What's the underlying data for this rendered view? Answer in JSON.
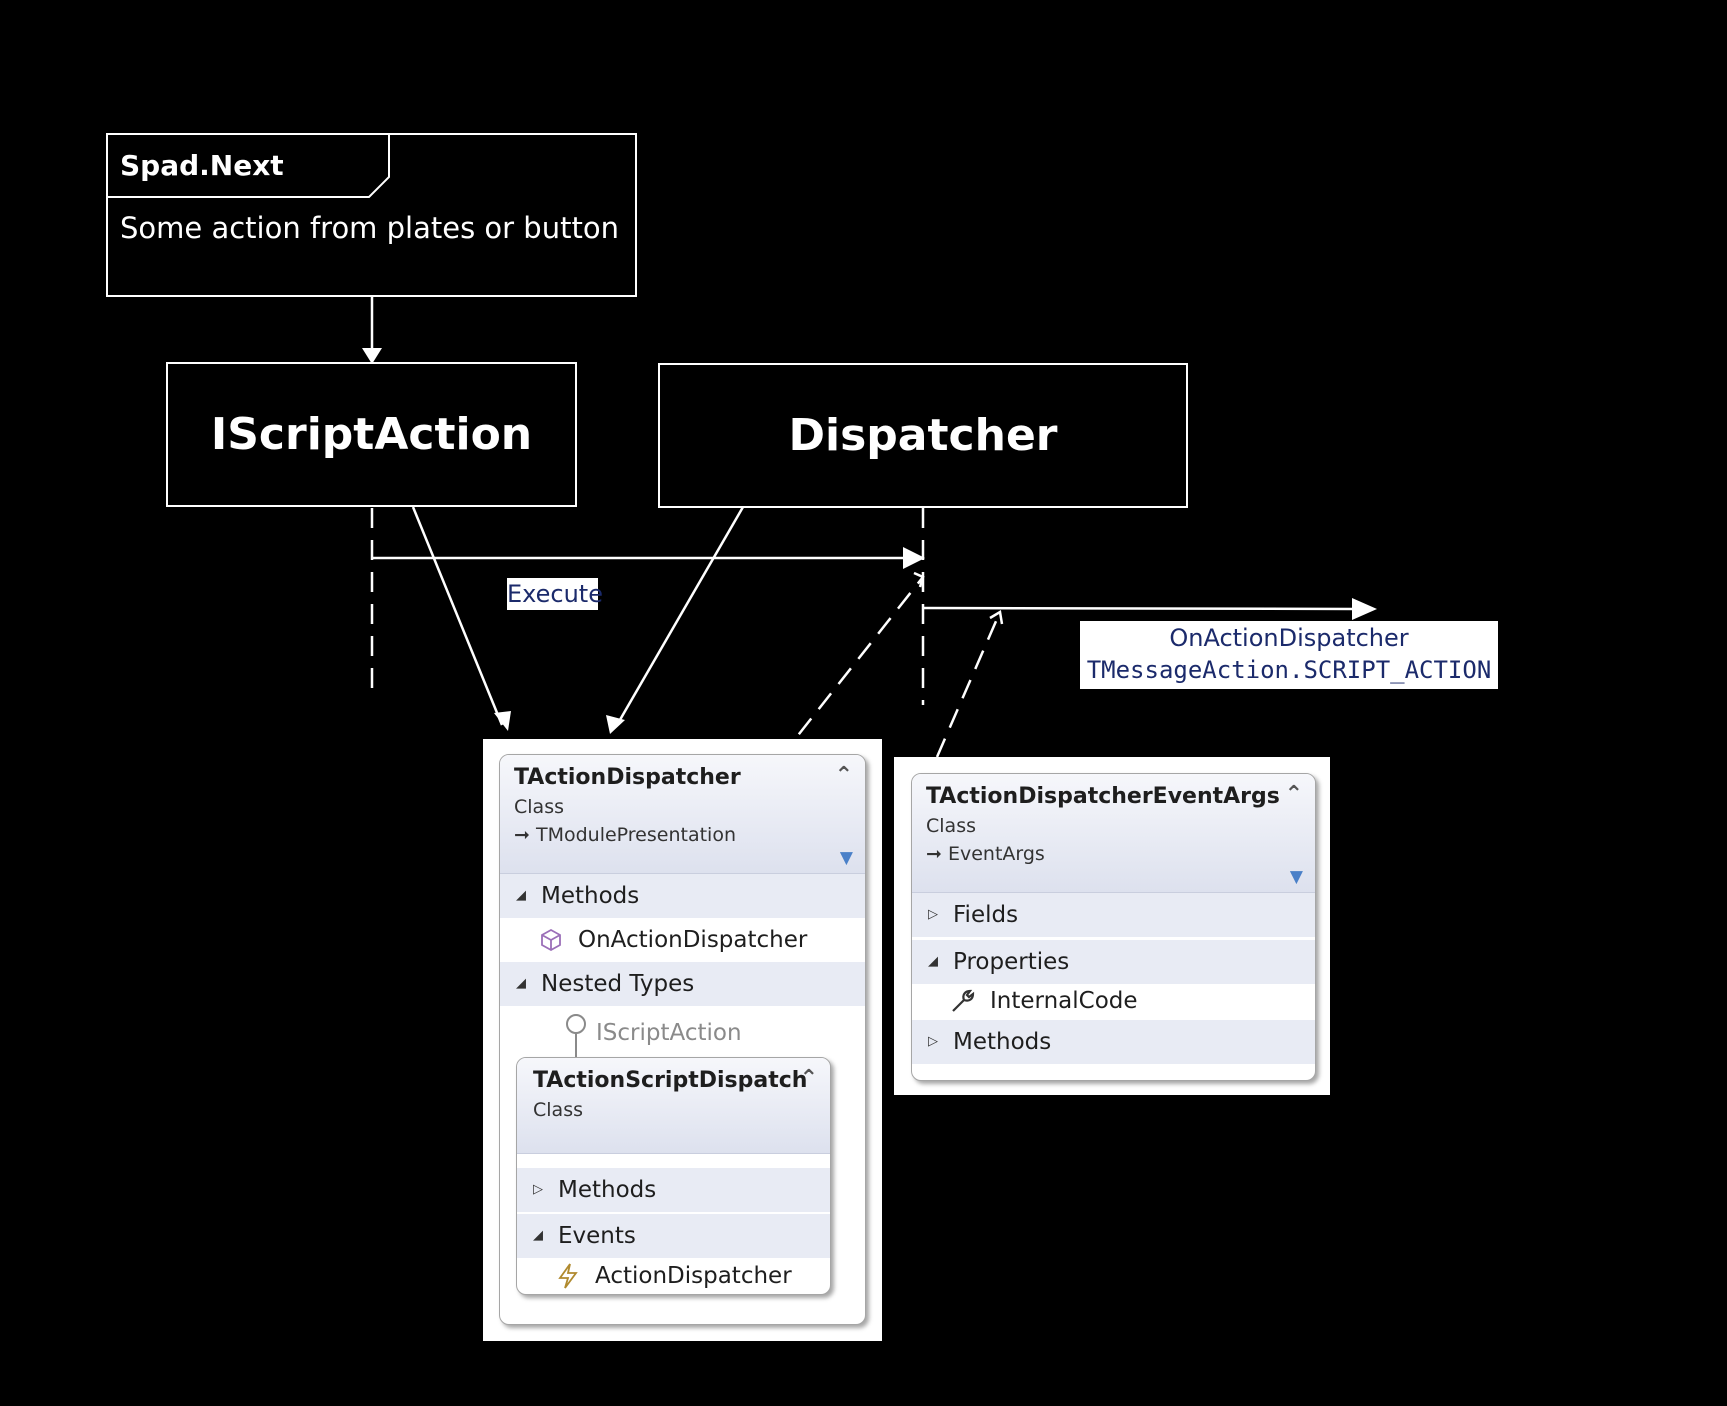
{
  "frame": {
    "title": "Spad.Next",
    "description": "Some action from plates or button"
  },
  "lifelines": {
    "iscriptaction": "IScriptAction",
    "dispatcher": "Dispatcher"
  },
  "messages": {
    "execute": "Execute",
    "onactiondispatcher": "OnActionDispatcher",
    "script_action": "TMessageAction.SCRIPT_ACTION"
  },
  "tactiondispatcher": {
    "name": "TActionDispatcher",
    "kind": "Class",
    "base": "TModulePresentation",
    "compartments": {
      "methods": "Methods",
      "method_item": "OnActionDispatcher",
      "nested_types": "Nested Types"
    },
    "interface_label": "IScriptAction"
  },
  "tactionscriptdispatch": {
    "name": "TActionScriptDispatch",
    "kind": "Class",
    "compartments": {
      "methods": "Methods",
      "events": "Events",
      "event_item": "ActionDispatcher"
    }
  },
  "tactiondispatchereventargs": {
    "name": "TActionDispatcherEventArgs",
    "kind": "Class",
    "base": "EventArgs",
    "compartments": {
      "fields": "Fields",
      "properties": "Properties",
      "property_item": "InternalCode",
      "methods": "Methods"
    }
  },
  "icons": {
    "collapse": "double-chevron-up-icon",
    "filter": "filter-icon",
    "inherits": "inheritance-arrow-icon",
    "method": "method-cube-icon",
    "property": "wrench-icon",
    "event": "lightning-icon",
    "expanded": "triangle-down-icon",
    "collapsed": "triangle-right-icon",
    "interface": "lollipop-icon"
  },
  "colors": {
    "background": "#000000",
    "foreground": "#ffffff",
    "label_text": "#1b2a6b",
    "header_gradient": "#dde1ee"
  }
}
